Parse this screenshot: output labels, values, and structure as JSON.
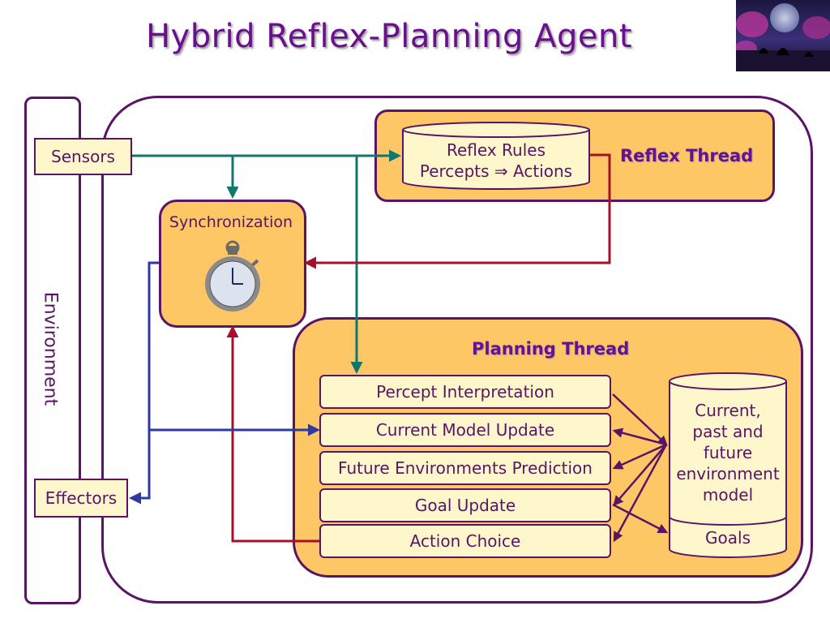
{
  "title": "Hybrid Reflex-Planning Agent",
  "environment_label": "Environment",
  "sensors_label": "Sensors",
  "effectors_label": "Effectors",
  "synchronization_label": "Synchronization",
  "reflex": {
    "thread_label": "Reflex Thread",
    "rules_line1": "Reflex Rules",
    "rules_line2": "Percepts ⇒ Actions"
  },
  "planning": {
    "thread_label": "Planning Thread",
    "stages": [
      "Percept Interpretation",
      "Current Model Update",
      "Future Environments Prediction",
      "Goal Update",
      "Action Choice"
    ],
    "model_lines": [
      "Current,",
      "past and",
      "future",
      "environment",
      "model"
    ],
    "goals_label": "Goals"
  },
  "colors": {
    "panel": "#fdc766",
    "box": "#fff7cc",
    "outline": "#5a1466",
    "title": "#6a0f8e",
    "sensor_arrow": "#11776d",
    "reflex_arrow": "#a8102a",
    "effector_arrow": "#2e3aa0",
    "model_arrow": "#5a1466"
  }
}
